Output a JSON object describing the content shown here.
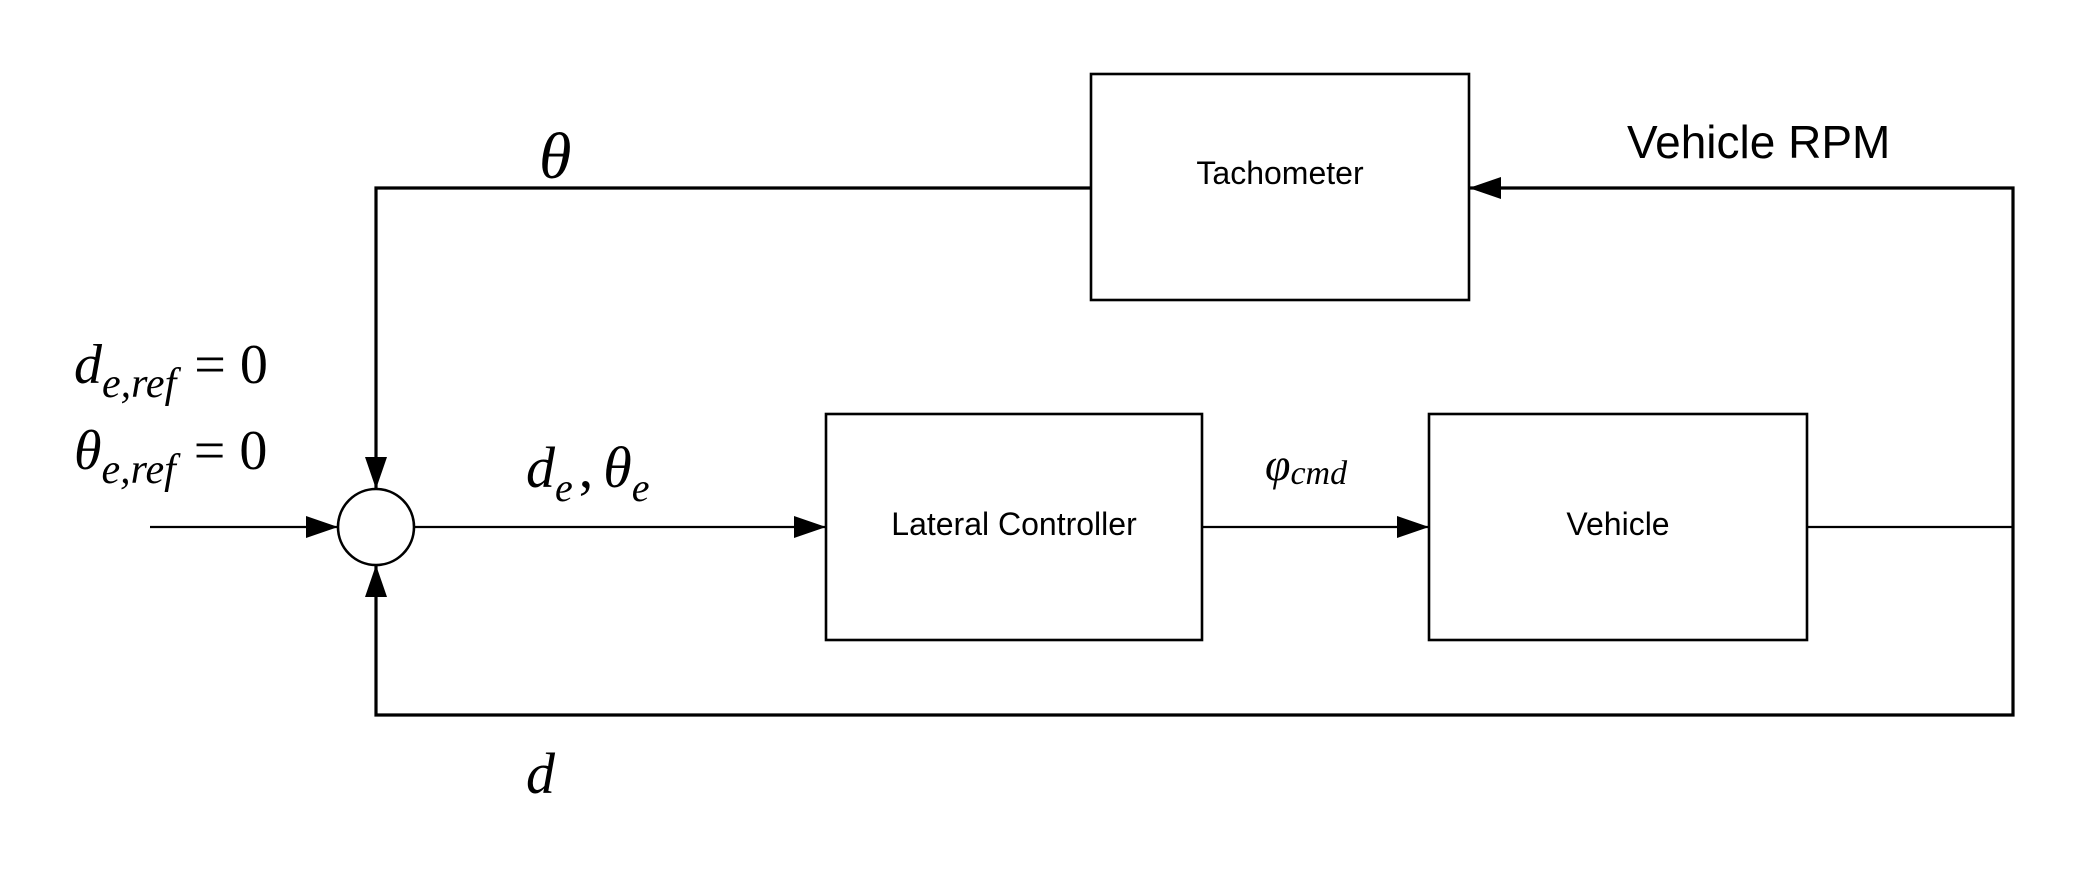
{
  "blocks": {
    "tachometer": "Tachometer",
    "lateral_controller": "Lateral Controller",
    "vehicle": "Vehicle"
  },
  "signals": {
    "vehicle_rpm": "Vehicle RPM",
    "theta": "θ",
    "d": "d",
    "error": {
      "d": "d",
      "d_sub": "e",
      "comma": ",",
      "theta": "θ",
      "theta_sub": "e"
    },
    "phi_cmd": {
      "main": "φ",
      "sub": "cmd"
    }
  },
  "references": {
    "d_ref": {
      "main": "d",
      "sub": "e,ref",
      "rhs": "= 0"
    },
    "theta_ref": {
      "main": "θ",
      "sub": "e,ref",
      "rhs": "= 0"
    }
  }
}
